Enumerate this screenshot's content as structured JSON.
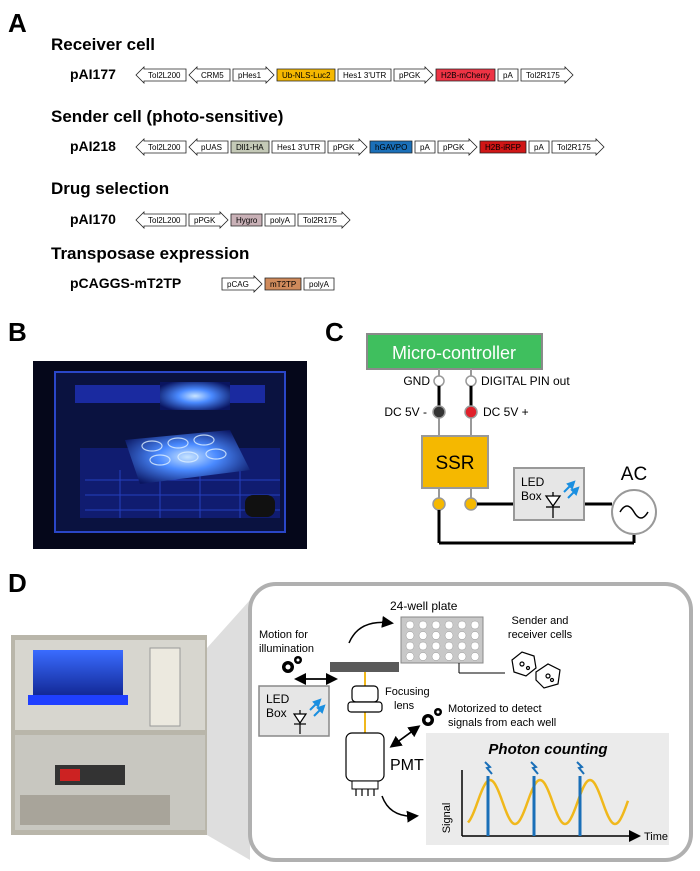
{
  "panels": {
    "a": "A",
    "b": "B",
    "c": "C",
    "d": "D"
  },
  "constructs": [
    {
      "heading": "Receiver cell",
      "name": "pAI177",
      "elements": [
        {
          "label": "Tol2L200",
          "dir": "left",
          "color": "#ffffff"
        },
        {
          "label": "CRM5",
          "dir": "left",
          "color": "#ffffff"
        },
        {
          "label": "pHes1",
          "dir": "right",
          "color": "#ffffff"
        },
        {
          "label": "Ub-NLS-Luc2",
          "dir": "box",
          "color": "#f5b800"
        },
        {
          "label": "Hes1 3'UTR",
          "dir": "box",
          "color": "#ffffff"
        },
        {
          "label": "pPGK",
          "dir": "right",
          "color": "#ffffff"
        },
        {
          "label": "H2B-mCherry",
          "dir": "box",
          "color": "#ee3344"
        },
        {
          "label": "pA",
          "dir": "box",
          "color": "#ffffff"
        },
        {
          "label": "Tol2R175",
          "dir": "right",
          "color": "#ffffff"
        }
      ]
    },
    {
      "heading": "Sender cell (photo-sensitive)",
      "name": "pAI218",
      "elements": [
        {
          "label": "Tol2L200",
          "dir": "left",
          "color": "#ffffff"
        },
        {
          "label": "pUAS",
          "dir": "left",
          "color": "#ffffff"
        },
        {
          "label": "Dll1-HA",
          "dir": "box",
          "color": "#c4c9b7"
        },
        {
          "label": "Hes1 3'UTR",
          "dir": "box",
          "color": "#ffffff"
        },
        {
          "label": "pPGK",
          "dir": "right",
          "color": "#ffffff"
        },
        {
          "label": "hGAVPO",
          "dir": "box",
          "color": "#1a6fb8"
        },
        {
          "label": "pA",
          "dir": "box",
          "color": "#ffffff"
        },
        {
          "label": "pPGK",
          "dir": "right",
          "color": "#ffffff"
        },
        {
          "label": "H2B-iRFP",
          "dir": "box",
          "color": "#d01616"
        },
        {
          "label": "pA",
          "dir": "box",
          "color": "#ffffff"
        },
        {
          "label": "Tol2R175",
          "dir": "right",
          "color": "#ffffff"
        }
      ]
    },
    {
      "heading": "Drug selection",
      "name": "pAI170",
      "elements": [
        {
          "label": "Tol2L200",
          "dir": "left",
          "color": "#ffffff"
        },
        {
          "label": "pPGK",
          "dir": "right",
          "color": "#ffffff"
        },
        {
          "label": "Hygro",
          "dir": "box",
          "color": "#c9b1b7"
        },
        {
          "label": "polyA",
          "dir": "box",
          "color": "#ffffff"
        },
        {
          "label": "Tol2R175",
          "dir": "right",
          "color": "#ffffff"
        }
      ]
    },
    {
      "heading": "Transposase expression",
      "name": "pCAGGS-mT2TP",
      "elements": [
        {
          "label": "pCAG",
          "dir": "right",
          "color": "#ffffff"
        },
        {
          "label": "mT2TP",
          "dir": "box",
          "color": "#cf8a5b"
        },
        {
          "label": "polyA",
          "dir": "box",
          "color": "#ffffff"
        }
      ]
    }
  ],
  "circuit": {
    "controller": "Micro-controller",
    "gnd": "GND",
    "digital": "DIGITAL PIN out",
    "dc_minus": "DC 5V -",
    "dc_plus": "DC 5V +",
    "ssr": "SSR",
    "led1": "LED",
    "led2": "Box",
    "ac": "AC",
    "colors": {
      "controller": "#3fbf5e",
      "ssr": "#f5b800",
      "red_terminal": "#e0202a",
      "black_terminal": "#333333"
    }
  },
  "setup": {
    "plate": "24-well plate",
    "cells1": "Sender and",
    "cells2": "receiver cells",
    "motion1": "Motion for",
    "motion2": "illumination",
    "led1": "LED",
    "led2": "Box",
    "lens1": "Focusing",
    "lens2": "lens",
    "motor1": "Motorized to detect",
    "motor2": "signals from each well",
    "pmt": "PMT",
    "photon": "Photon counting",
    "signal": "Signal",
    "time": "Time",
    "colors": {
      "signal_curve": "#f0b81c",
      "pulse": "#1a6fb8",
      "beam": "#f0b81c"
    }
  }
}
